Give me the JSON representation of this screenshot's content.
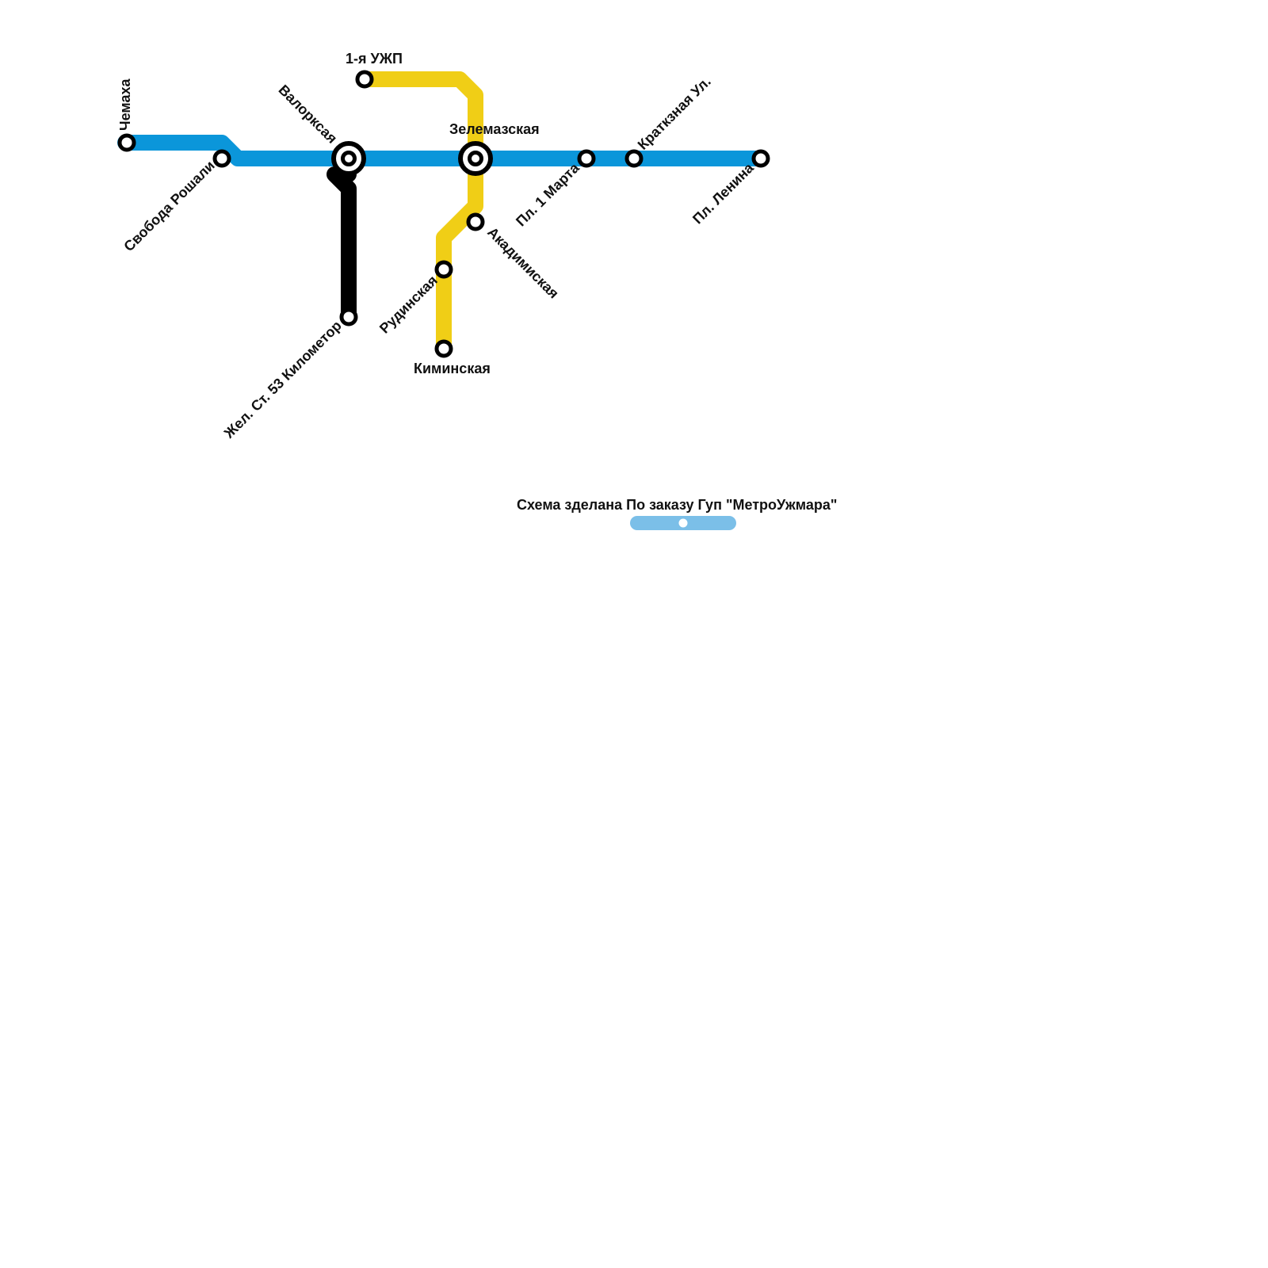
{
  "lines": [
    {
      "id": "blue",
      "color": "#0B96DA"
    },
    {
      "id": "yellow",
      "color": "#F0CE16"
    },
    {
      "id": "black",
      "color": "#000000"
    }
  ],
  "stations": {
    "chemakha": "Чемаха",
    "svoboda_roshali": "Свобода Рошали",
    "valorkskaya": "Валорксая",
    "zelemazskaya": "Зелемазская",
    "pl_1_marta": "Пл. 1 Марта",
    "kratkznaya": "Краткзная Ул.",
    "pl_lenina": "Пл. Ленина",
    "ujp_1": "1-я УЖП",
    "akadimiskaya": "Акадимиская",
    "rudinskaya": "Рудинская",
    "kiminskaya": "Киминская",
    "zhel_st_53": "Жел. Ст. 53 Километор"
  },
  "credit": {
    "text": "Схема зделана По заказу Гуп \"МетроУжмара\"",
    "color": "#7BBFE8"
  }
}
